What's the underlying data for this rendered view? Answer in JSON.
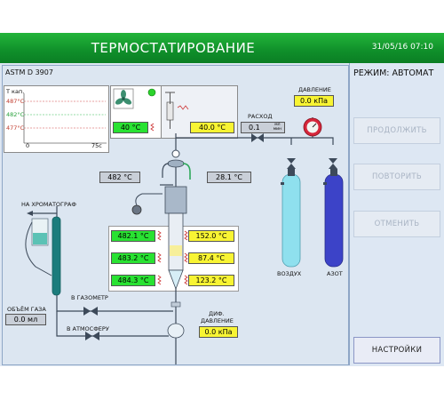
{
  "header": {
    "title": "ТЕРМОСТАТИРОВАНИЕ",
    "datetime": "31/05/16 07:10"
  },
  "side": {
    "mode_label": "РЕЖИМ:",
    "mode_value": "АВТОМАТ",
    "buttons": {
      "continue": "ПРОДОЛЖИТЬ",
      "repeat": "ПОВТОРИТЬ",
      "cancel": "ОТМЕНИТЬ",
      "settings": "НАСТРОЙКИ"
    }
  },
  "method": "ASTM D 3907",
  "graph": {
    "ylabel": "T кап.",
    "lines": [
      "487°C",
      "482°C",
      "477°C"
    ],
    "x_start": "0",
    "x_end": "75с"
  },
  "fan": {
    "temp": "40 °C"
  },
  "syringe": {
    "temp": "40.0 °C"
  },
  "pressure": {
    "label": "ДАВЛЕНИЕ",
    "value": "0.0 кПа"
  },
  "flow": {
    "label": "РАСХОД",
    "value": "0.1",
    "unit_top": "мл",
    "unit_bottom": "мин"
  },
  "temps": {
    "inlet": "482 °C",
    "outlet": "28.1 °C",
    "zone1": "482.1 °C",
    "zone2": "483.2 °C",
    "zone3": "484.3 °C",
    "heat1": "152.0 °C",
    "heat2": "87.4 °C",
    "heat3": "123.2 °C"
  },
  "labels": {
    "chromatograph": "НА ХРОМАТОГРАФ",
    "gas_volume": "ОБЪЁМ ГАЗА",
    "gas_volume_value": "0.0 мл",
    "gasometer": "В ГАЗОМЕТР",
    "atmosphere": "В АТМОСФЕРУ",
    "diff_pressure_1": "ДИФ.",
    "diff_pressure_2": "ДАВЛЕНИЕ",
    "diff_pressure_value": "0.0 кПа",
    "air": "ВОЗДУХ",
    "nitrogen": "АЗОТ"
  }
}
